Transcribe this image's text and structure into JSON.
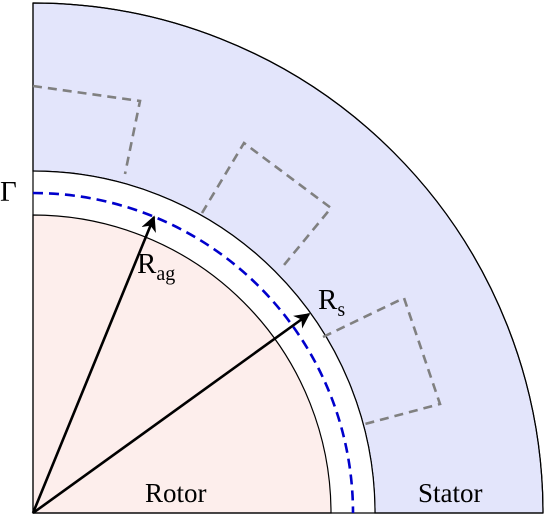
{
  "labels": {
    "gamma": "Γ",
    "rag_main": "R",
    "rag_sub": "ag",
    "rs_main": "R",
    "rs_sub": "s",
    "rotor": "Rotor",
    "stator": "Stator"
  },
  "colors": {
    "rotor_fill": "#fdeeec",
    "stator_fill": "#e3e5fb",
    "airgap_fill": "#ffffff",
    "outline": "#000000",
    "gamma_curve": "#0000cc",
    "slot_dash": "#808080",
    "arrow": "#000000"
  }
}
